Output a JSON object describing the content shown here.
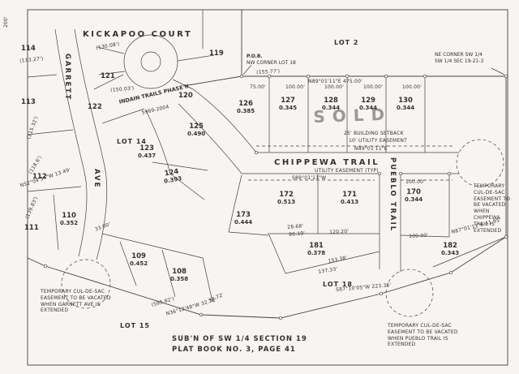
{
  "scale_note": "200'",
  "stamp": "SOLD",
  "streets": {
    "kickapoo": "KICKAPOO  COURT",
    "garrett": "GARRETT",
    "ave": "AVE",
    "chippewa": "CHIPPEWA  TRAIL",
    "pueblo": "PUEBLO  TRAIL",
    "phase_label": "INDAIN TRAILS PHASE II",
    "phase_number": "5969-2004"
  },
  "corners": {
    "pob_line1": "P.O.B.",
    "pob_line2": "NW CORNER LOT 18",
    "ne_line1": "NE CORNER SW 1/4",
    "ne_line2": "SW 1/4 SEC 19-21-3"
  },
  "easements": {
    "building_setback": "25' BUILDING SETBACK",
    "utility_10": "10' UTILITY EASEMENT",
    "bearing_north": "N89°01'11\"E",
    "utility_typ": "UTILITY EASEMENT (TYP)",
    "bearing_south": "S89°01'11\"W"
  },
  "notes": {
    "garrett": "TEMPORARY CUL-DE-SAC EASEMENT TO BE VACATED WHEN GARNETT AVE IS EXTENDED",
    "chippewa": "TEMPORARY CUL-DE-SAC EASEMENT TO BE VACATED WHEN CHIPPEWA TRAIL IS EXTENDED",
    "pueblo": "TEMPORARY CUL-DE-SAC EASEMENT TO BE VACATED WHEN PUEBLO TRAIL IS EXTENDED"
  },
  "footer": {
    "line1": "SUB'N OF SW 1/4 SECTION 19",
    "line2": "PLAT BOOK NO. 3, PAGE 41"
  },
  "areas": {
    "lot2": "LOT 2",
    "lot14": "LOT 14",
    "lot15": "LOT 15",
    "lot18": "LOT 18"
  },
  "lots": {
    "l114": {
      "num": "114",
      "acres": ""
    },
    "l113": {
      "num": "113",
      "acres": ""
    },
    "l112": {
      "num": "112",
      "acres": ""
    },
    "l111": {
      "num": "111",
      "acres": ""
    },
    "l110": {
      "num": "110",
      "acres": "0.352"
    },
    "l109": {
      "num": "109",
      "acres": "0.452"
    },
    "l108": {
      "num": "108",
      "acres": "0.358"
    },
    "l121": {
      "num": "121",
      "acres": ""
    },
    "l122": {
      "num": "122",
      "acres": ""
    },
    "l120": {
      "num": "120",
      "acres": ""
    },
    "l119": {
      "num": "119",
      "acres": ""
    },
    "l125": {
      "num": "125",
      "acres": "0.490"
    },
    "l123": {
      "num": "123",
      "acres": "0.437"
    },
    "l124": {
      "num": "124",
      "acres": "0.393"
    },
    "l126": {
      "num": "126",
      "acres": "0.385"
    },
    "l127": {
      "num": "127",
      "acres": "0.345"
    },
    "l128": {
      "num": "128",
      "acres": "0.344"
    },
    "l129": {
      "num": "129",
      "acres": "0.344"
    },
    "l130": {
      "num": "130",
      "acres": "0.344"
    },
    "l172": {
      "num": "172",
      "acres": "0.513"
    },
    "l171": {
      "num": "171",
      "acres": "0.413"
    },
    "l170": {
      "num": "170",
      "acres": "0.344"
    },
    "l173": {
      "num": "173",
      "acres": "0.444"
    },
    "l181": {
      "num": "181",
      "acres": "0.378"
    },
    "l182": {
      "num": "182",
      "acres": "0.343"
    }
  },
  "m": {
    "m200": "200'",
    "m11327": "(113.27')",
    "m11532": "(115.32')",
    "m1186": "(118.6')",
    "m13983": "(139.83')",
    "m13008": "(130.08')",
    "m15003": "(150.03')",
    "m15577": "(155.77')",
    "m475": "N89°01'11\"E   475.00'",
    "m75": "75.00'",
    "m100a": "100.00'",
    "m100b": "100.00'",
    "m100c": "100.00'",
    "m100d": "100.00'",
    "m100e": "100.00'",
    "m100f": "100.00'",
    "m4195": "N87°01'11\"E  41.95'",
    "m2868": "28.68'",
    "m8619": "86.19'",
    "m12020": "120.20'",
    "m15338": "153.38'",
    "m13733": "137.33'",
    "m22336": "S87°10'05\"W  223.36'",
    "m3272": "32.72'",
    "m59582": "(595.82')",
    "mn36": "N36°12'48\"W  32.72'",
    "m3300": "33.00'",
    "m1349": "N52°04'34\"W 13.49'"
  }
}
